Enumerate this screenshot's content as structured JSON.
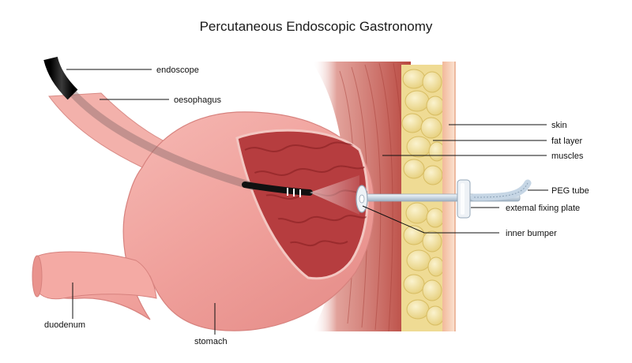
{
  "title": "Percutaneous Endoscopic Gastronomy",
  "labels": {
    "endoscope": "endoscope",
    "oesophagus": "oesophagus",
    "skin": "skin",
    "fat_layer": "fat layer",
    "muscles": "muscles",
    "peg_tube": "PEG tube",
    "external_fixing_plate": "extemal fixing plate",
    "inner_bumper": "inner bumper",
    "duodenum": "duodenum",
    "stomach": "stomach"
  },
  "colors": {
    "stomach": "#f0a4a0",
    "stomach_inner": "#b43a3c",
    "muscle": "#c85a52",
    "fat": "#f2e2a0",
    "skin": "#f5c9a8",
    "endoscope": "#141414",
    "tube": "#d6e2ec"
  }
}
